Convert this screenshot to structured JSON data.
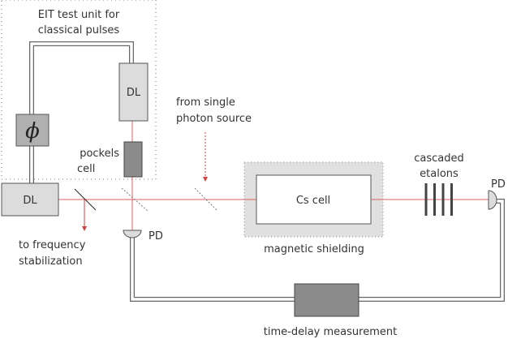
{
  "labels": {
    "eit_unit": [
      "EIT test unit for",
      "classical pulses"
    ],
    "delay_line_top": "DL",
    "delay_line_left": "DL",
    "phase_shifter": "ϕ",
    "pockels_cell": [
      "pockels",
      "cell"
    ],
    "single_photon": [
      "from single",
      "photon source"
    ],
    "frequency_stabilization": [
      "to frequency",
      "stabilization"
    ],
    "photodiode_left": "PD",
    "photodiode_right": "PD",
    "cs_cell": "Cs cell",
    "magnetic_shielding": "magnetic shielding",
    "etalons": [
      "cascaded",
      "etalons"
    ],
    "time_delay": "time-delay measurement"
  },
  "colors": {
    "beam": "#e06060",
    "box_light": "#dcdcdc",
    "box_dark": "#8c8c8c",
    "phase_box": "#b0b0b0",
    "outline": "#555555"
  }
}
